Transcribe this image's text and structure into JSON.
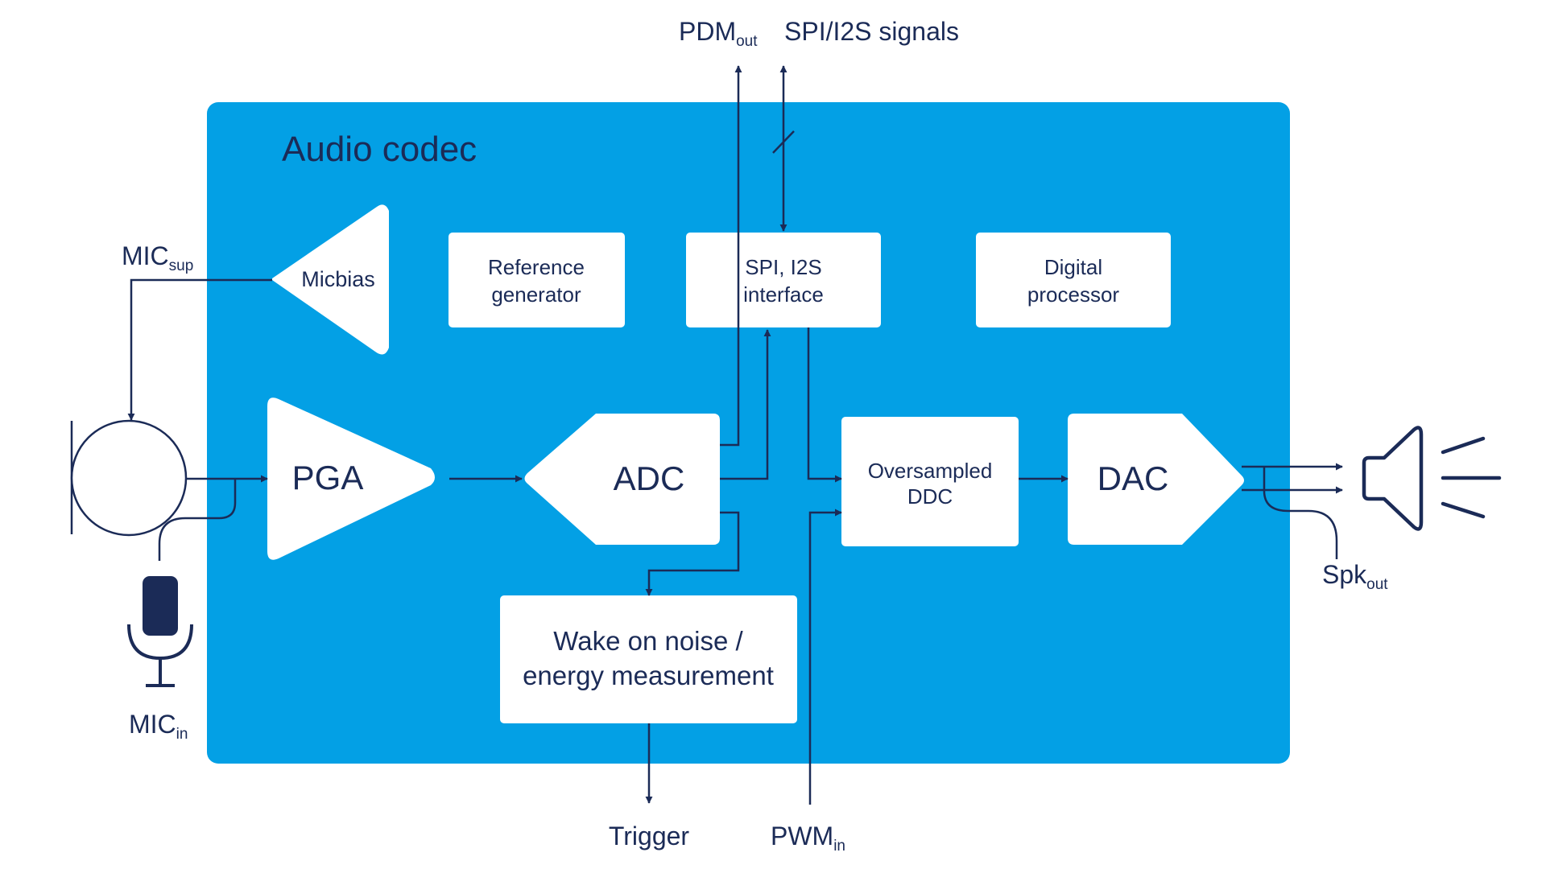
{
  "colors": {
    "codec_bg": "#03a0e5",
    "block_fill": "#ffffff",
    "wire": "#1b2b57",
    "text_dark": "#1b2b57"
  },
  "codec": {
    "title": "Audio codec"
  },
  "blocks": {
    "micbias": "Micbias",
    "ref_gen": [
      "Reference",
      "generator"
    ],
    "spi_i2s": [
      "SPI, I2S",
      "interface"
    ],
    "digital": [
      "Digital",
      "processor"
    ],
    "pga": "PGA",
    "adc": "ADC",
    "ddc": [
      "Oversampled",
      "DDC"
    ],
    "dac": "DAC",
    "wake": [
      "Wake on noise /",
      "energy measurement"
    ]
  },
  "signals": {
    "mic_sup": {
      "main": "MIC",
      "sub": "sup"
    },
    "mic_in": {
      "main": "MIC",
      "sub": "in"
    },
    "pdm_out": {
      "main": "PDM",
      "sub": "out"
    },
    "spi_signals": "SPI/I2S signals",
    "trigger": "Trigger",
    "pwm_in": {
      "main": "PWM",
      "sub": "in"
    },
    "spk_out": {
      "main": "Spk",
      "sub": "out"
    }
  },
  "icons": [
    "microphone-icon",
    "speaker-icon"
  ]
}
